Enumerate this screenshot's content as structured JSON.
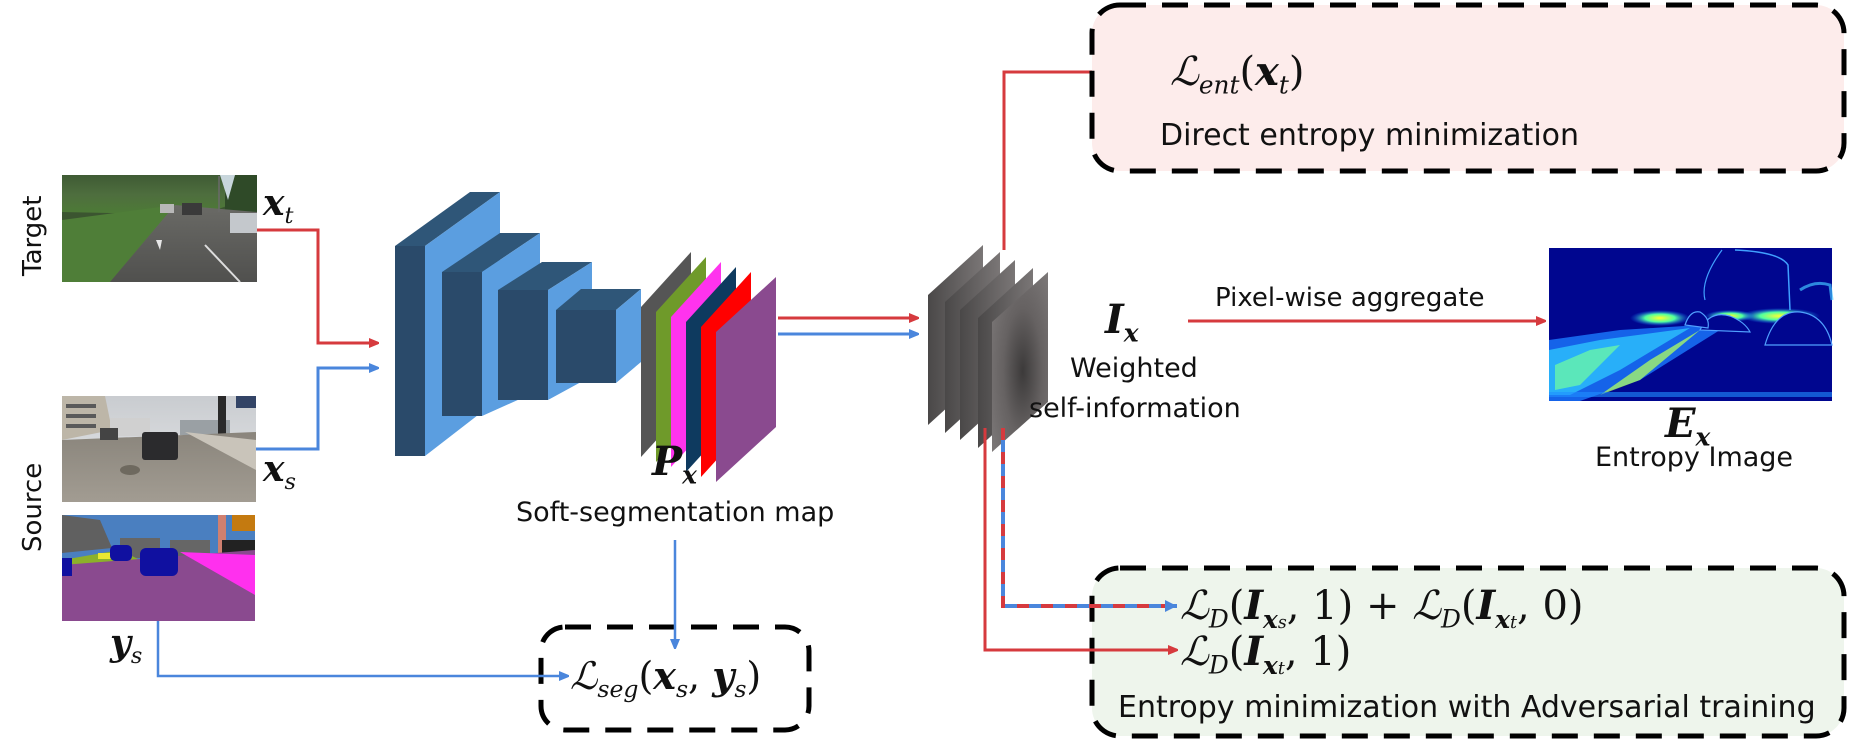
{
  "domain_labels": {
    "target": "Target",
    "source": "Source"
  },
  "inputs": {
    "target_image": {
      "var": "x",
      "sub": "t",
      "description": "Cityscapes street scene (target domain)"
    },
    "source_image": {
      "var": "x",
      "sub": "s",
      "description": "GTA5 street scene (source domain)"
    },
    "source_label": {
      "var": "y",
      "sub": "s",
      "description": "Source segmentation ground truth"
    }
  },
  "network": {
    "output_symbol": "P",
    "output_sub": "x",
    "output_caption": "Soft-segmentation map",
    "class_map_colors": [
      "#555555",
      "#6f9a2a",
      "#ff33ee",
      "#0e3a5f",
      "#ff0000",
      "#8a4a8f"
    ]
  },
  "self_information": {
    "symbol": "I",
    "sub": "x",
    "caption_line1": "Weighted",
    "caption_line2": "self-information"
  },
  "aggregate": {
    "label": "Pixel-wise aggregate"
  },
  "entropy_image": {
    "symbol": "E",
    "sub": "x",
    "caption": "Entropy Image"
  },
  "losses": {
    "seg": {
      "name": "seg",
      "args": "(x_s, y_s)"
    },
    "ent": {
      "name": "ent",
      "args": "(x_t)",
      "caption": "Direct entropy minimization"
    },
    "adv": {
      "line1": "L_D(I_{x_s}, 1) + L_D(I_{x_t}, 0)",
      "line2": "L_D(I_{x_t}, 1)",
      "caption": "Entropy minimization with Adversarial training"
    }
  },
  "text": {
    "paren_open": "(",
    "paren_close": ")",
    "comma": ", ",
    "plus": " + ",
    "one": "1",
    "zero": "0",
    "calL": "ℒ",
    "x": "x",
    "y": "y",
    "t": "t",
    "s": "s",
    "D": "D"
  },
  "colors": {
    "target_flow": "#d63a3e",
    "source_flow": "#4a86dc",
    "ent_box_fill": "#fdeceb",
    "adv_box_fill": "#eef5ec",
    "conv_dark": "#2a4a6a",
    "conv_light": "#5b9ee0"
  }
}
